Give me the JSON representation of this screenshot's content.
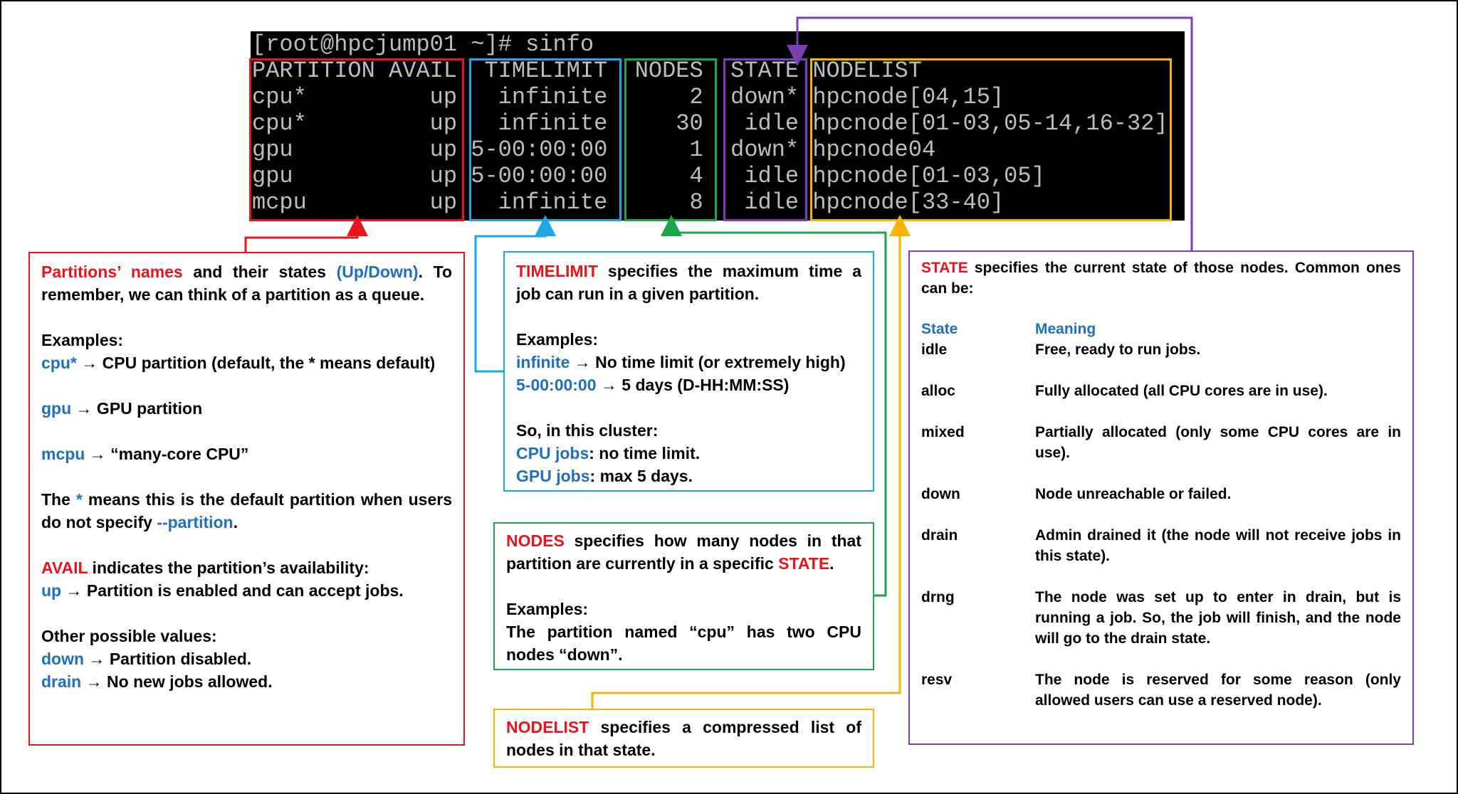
{
  "terminal": {
    "lines": [
      "[root@hpcjump01 ~]# sinfo",
      "PARTITION AVAIL  TIMELIMIT  NODES  STATE NODELIST",
      "cpu*         up   infinite      2  down* hpcnode[04,15]",
      "cpu*         up   infinite     30   idle hpcnode[01-03,05-14,16-32]",
      "gpu          up 5-00:00:00      1  down* hpcnode04",
      "gpu          up 5-00:00:00      4   idle hpcnode[01-03,05]",
      "mcpu         up   infinite      8   idle hpcnode[33-40]"
    ]
  },
  "colors": {
    "partition": "#e8141c",
    "timelimit": "#1ea7e1",
    "nodes": "#1aa64a",
    "state": "#7a3fb0",
    "nodelist": "#f4b400",
    "keyword_red": "#e8141c",
    "keyword_blue": "#1f6fc0"
  },
  "partition_box": {
    "t1": "Partitions’ names",
    "t2": " and their states ",
    "t3": "(Up/Down)",
    "t4": ". To remember, we can think of a partition as a queue.",
    "examples_heading": "Examples:",
    "ex1_key": "cpu*",
    "ex1_text": " → CPU partition (default, the * means default)",
    "ex2_key": "gpu",
    "ex2_text": " → GPU partition",
    "ex3_key": "mcpu",
    "ex3_text": " → “many-core CPU”",
    "star_t1": "The ",
    "star_key": "*",
    "star_t2": " means this is the default partition when users do not specify ",
    "star_flag": "--partition",
    "star_t3": ".",
    "avail_key": "AVAIL",
    "avail_text": " indicates the partition’s availability:",
    "up_key": "up",
    "up_text": " → Partition is enabled and can accept jobs.",
    "other_heading": "Other possible values:",
    "down_key": "down",
    "down_text": " → Partition disabled.",
    "drain_key": "drain",
    "drain_text": " → No new jobs allowed."
  },
  "timelimit_box": {
    "key": "TIMELIMIT",
    "intro": " specifies the maximum time a job can run in a given partition.",
    "examples_heading": "Examples:",
    "ex1_key": "infinite",
    "ex1_text": " → No time limit (or extremely high)",
    "ex2_key": "5-00:00:00",
    "ex2_text": " → 5 days (D-HH:MM:SS)",
    "cluster_heading": "So, in this cluster:",
    "cpu_key": "CPU jobs",
    "cpu_text": ": no time limit.",
    "gpu_key": "GPU jobs",
    "gpu_text": ": max 5 days."
  },
  "nodes_box": {
    "key": "NODES",
    "intro": " specifies how many nodes in that partition are currently in a specific ",
    "state_key": "STATE",
    "end": ".",
    "examples_heading": "Examples:",
    "example": "The partition named “cpu” has two CPU nodes “down”."
  },
  "nodelist_box": {
    "key": "NODELIST",
    "text": " specifies a compressed list of nodes in that state."
  },
  "state_box": {
    "key": "STATE",
    "intro": " specifies the current state of those nodes. Common ones can be:",
    "col_state": "State",
    "col_meaning": "Meaning",
    "rows": [
      {
        "state": "idle",
        "meaning": "Free, ready to run jobs."
      },
      {
        "state": "alloc",
        "meaning": "Fully allocated (all CPU cores are in use)."
      },
      {
        "state": "mixed",
        "meaning": "Partially allocated (only some CPU cores are in use)."
      },
      {
        "state": "down",
        "meaning": "Node unreachable or failed."
      },
      {
        "state": "drain",
        "meaning": "Admin drained it (the node will not receive jobs in this state)."
      },
      {
        "state": "drng",
        "meaning": "The node was set up to enter in drain, but is running a job. So, the job will finish, and the node will go to the drain state."
      },
      {
        "state": "resv",
        "meaning": "The node is reserved for some reason (only allowed users can use a reserved node)."
      }
    ]
  }
}
